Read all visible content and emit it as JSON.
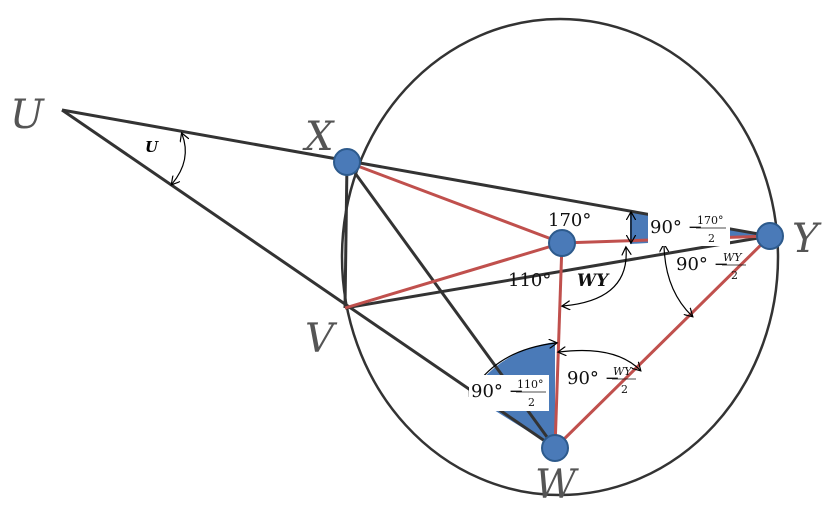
{
  "points": {
    "U": "U",
    "X": "X",
    "V": "V",
    "Y": "Y",
    "W": "W"
  },
  "angle_u": "U",
  "center_angle_top": "170°",
  "center_angle_left": "110°",
  "arc_wy": "WY",
  "expr_y_top": {
    "lead": "90° −",
    "num": "170°",
    "den": "2"
  },
  "expr_y_bottom": {
    "lead": "90° −",
    "num": "WY",
    "den": "2"
  },
  "expr_w_right": {
    "lead": "90° −",
    "num": "WY",
    "den": "2"
  },
  "expr_w_left": {
    "lead": "90° −",
    "num": "110°",
    "den": "2"
  },
  "colors": {
    "blue": "#4a7ab8",
    "red": "#c0504d",
    "line": "#333333"
  }
}
